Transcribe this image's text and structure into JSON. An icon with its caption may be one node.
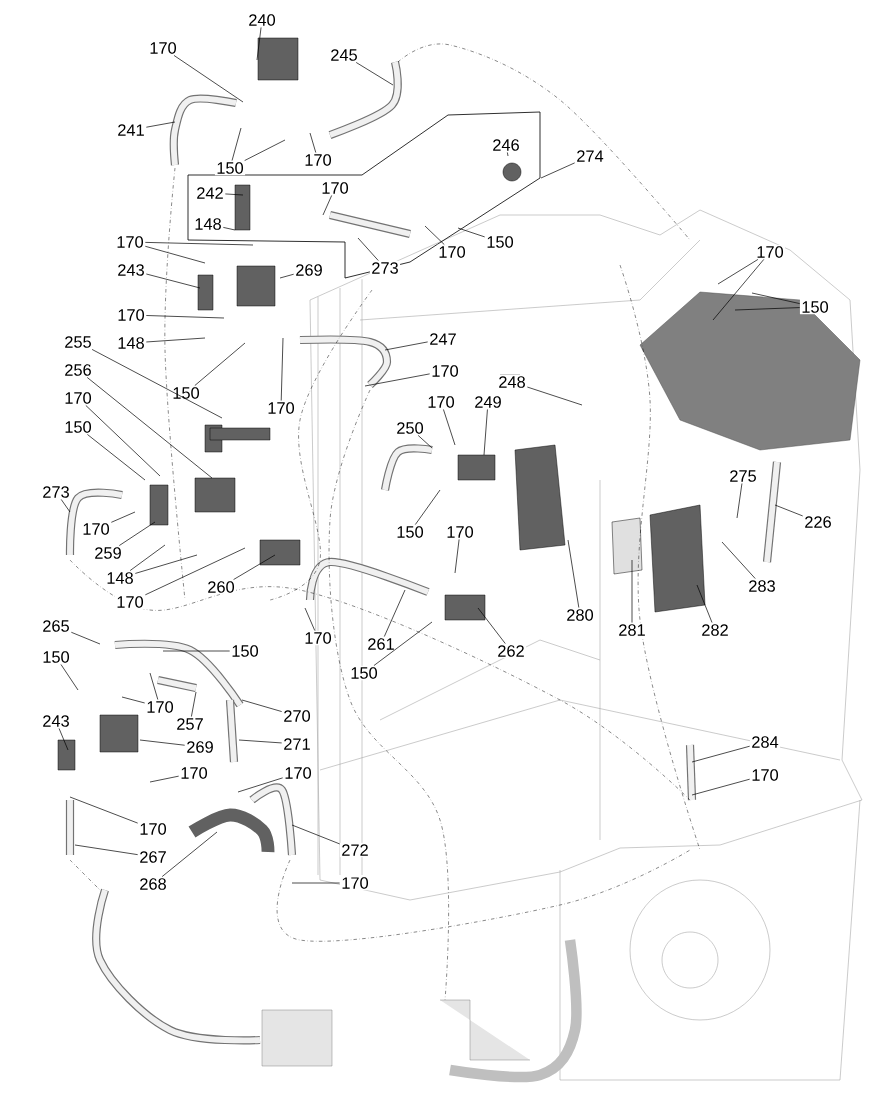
{
  "diagram": {
    "nodes": [
      {
        "text": [
          "240"
        ]
      },
      {
        "text": [
          "170"
        ]
      },
      {
        "text": [
          "245"
        ]
      },
      {
        "text": [
          "241"
        ]
      },
      {
        "text": [
          "150"
        ]
      },
      {
        "text": [
          "170"
        ]
      },
      {
        "text": [
          "242"
        ]
      },
      {
        "text": [
          "170"
        ]
      },
      {
        "text": [
          "246"
        ]
      },
      {
        "text": [
          "274"
        ]
      },
      {
        "text": [
          "148"
        ]
      },
      {
        "text": [
          "170"
        ]
      },
      {
        "text": [
          "150"
        ]
      },
      {
        "text": [
          "273"
        ]
      },
      {
        "text": [
          "170"
        ]
      },
      {
        "text": [
          "269"
        ]
      },
      {
        "text": [
          "243"
        ]
      },
      {
        "text": [
          "170"
        ]
      },
      {
        "text": [
          "150"
        ]
      },
      {
        "text": [
          "170"
        ]
      },
      {
        "text": [
          "148"
        ]
      },
      {
        "text": [
          "255"
        ]
      },
      {
        "text": [
          "247"
        ]
      },
      {
        "text": [
          "150"
        ]
      },
      {
        "text": [
          "170"
        ]
      },
      {
        "text": [
          "256"
        ]
      },
      {
        "text": [
          "170"
        ]
      },
      {
        "text": [
          "170"
        ]
      },
      {
        "text": [
          "248"
        ]
      },
      {
        "text": [
          "170"
        ]
      },
      {
        "text": [
          "249"
        ]
      },
      {
        "text": [
          "150"
        ]
      },
      {
        "text": [
          "250"
        ]
      },
      {
        "text": [
          "273"
        ]
      },
      {
        "text": [
          "170"
        ]
      },
      {
        "text": [
          "259"
        ]
      },
      {
        "text": [
          "150"
        ]
      },
      {
        "text": [
          "170"
        ]
      },
      {
        "text": [
          "148"
        ]
      },
      {
        "text": [
          "260"
        ]
      },
      {
        "text": [
          "226"
        ]
      },
      {
        "text": [
          "275"
        ]
      },
      {
        "text": [
          "170"
        ]
      },
      {
        "text": [
          "283"
        ]
      },
      {
        "text": [
          "280"
        ]
      },
      {
        "text": [
          "281"
        ]
      },
      {
        "text": [
          "282"
        ]
      },
      {
        "text": [
          "170"
        ]
      },
      {
        "text": [
          "261"
        ]
      },
      {
        "text": [
          "262"
        ]
      },
      {
        "text": [
          "265"
        ]
      },
      {
        "text": [
          "150"
        ]
      },
      {
        "text": [
          "150"
        ]
      },
      {
        "text": [
          "150"
        ]
      },
      {
        "text": [
          "170"
        ]
      },
      {
        "text": [
          "257"
        ]
      },
      {
        "text": [
          "270"
        ]
      },
      {
        "text": [
          "271"
        ]
      },
      {
        "text": [
          "243"
        ]
      },
      {
        "text": [
          "269"
        ]
      },
      {
        "text": [
          "284"
        ]
      },
      {
        "text": [
          "170"
        ]
      },
      {
        "text": [
          "170"
        ]
      },
      {
        "text": [
          "170"
        ]
      },
      {
        "text": [
          "170"
        ]
      },
      {
        "text": [
          "267"
        ]
      },
      {
        "text": [
          "272"
        ]
      },
      {
        "text": [
          "268"
        ]
      },
      {
        "text": [
          "170"
        ]
      }
    ],
    "edges": [
      {
        "from": 0,
        "to": null,
        "arrow": "none"
      },
      {
        "from": 1,
        "to": null,
        "arrow": "none"
      },
      {
        "from": 2,
        "to": null,
        "arrow": "none"
      },
      {
        "from": 3,
        "to": null,
        "arrow": "none"
      },
      {
        "from": 4,
        "to": null,
        "arrow": "none"
      },
      {
        "from": 4,
        "to": null,
        "arrow": "none"
      },
      {
        "from": 5,
        "to": null,
        "arrow": "none"
      },
      {
        "from": 6,
        "to": null,
        "arrow": "none"
      },
      {
        "from": 7,
        "to": null,
        "arrow": "none"
      },
      {
        "from": 8,
        "to": null,
        "arrow": "none"
      },
      {
        "from": 9,
        "to": null,
        "arrow": "none"
      },
      {
        "from": 10,
        "to": null,
        "arrow": "none"
      },
      {
        "from": 11,
        "to": null,
        "arrow": "none"
      },
      {
        "from": 12,
        "to": null,
        "arrow": "none"
      },
      {
        "from": 13,
        "to": null,
        "arrow": "none"
      },
      {
        "from": 14,
        "to": null,
        "arrow": "none"
      },
      {
        "from": 14,
        "to": null,
        "arrow": "none"
      },
      {
        "from": 15,
        "to": null,
        "arrow": "none"
      },
      {
        "from": 16,
        "to": null,
        "arrow": "none"
      },
      {
        "from": 17,
        "to": null,
        "arrow": "none"
      },
      {
        "from": 17,
        "to": null,
        "arrow": "none"
      },
      {
        "from": 18,
        "to": null,
        "arrow": "none"
      },
      {
        "from": 18,
        "to": null,
        "arrow": "none"
      },
      {
        "from": 19,
        "to": null,
        "arrow": "none"
      },
      {
        "from": 20,
        "to": null,
        "arrow": "none"
      },
      {
        "from": 21,
        "to": null,
        "arrow": "none"
      },
      {
        "from": 22,
        "to": null,
        "arrow": "none"
      },
      {
        "from": 23,
        "to": null,
        "arrow": "none"
      },
      {
        "from": 24,
        "to": null,
        "arrow": "none"
      },
      {
        "from": 25,
        "to": null,
        "arrow": "none"
      },
      {
        "from": 26,
        "to": null,
        "arrow": "none"
      },
      {
        "from": 27,
        "to": null,
        "arrow": "none"
      },
      {
        "from": 28,
        "to": null,
        "arrow": "none"
      },
      {
        "from": 29,
        "to": null,
        "arrow": "none"
      },
      {
        "from": 30,
        "to": null,
        "arrow": "none"
      },
      {
        "from": 31,
        "to": null,
        "arrow": "none"
      },
      {
        "from": 32,
        "to": null,
        "arrow": "none"
      },
      {
        "from": 33,
        "to": null,
        "arrow": "none"
      },
      {
        "from": 34,
        "to": null,
        "arrow": "none"
      },
      {
        "from": 35,
        "to": null,
        "arrow": "none"
      },
      {
        "from": 36,
        "to": null,
        "arrow": "none"
      },
      {
        "from": 37,
        "to": null,
        "arrow": "none"
      },
      {
        "from": 38,
        "to": null,
        "arrow": "none"
      },
      {
        "from": 38,
        "to": null,
        "arrow": "none"
      },
      {
        "from": 39,
        "to": null,
        "arrow": "none"
      },
      {
        "from": 40,
        "to": null,
        "arrow": "none"
      },
      {
        "from": 41,
        "to": null,
        "arrow": "none"
      },
      {
        "from": 42,
        "to": null,
        "arrow": "none"
      },
      {
        "from": 43,
        "to": null,
        "arrow": "none"
      },
      {
        "from": 44,
        "to": null,
        "arrow": "none"
      },
      {
        "from": 45,
        "to": null,
        "arrow": "none"
      },
      {
        "from": 46,
        "to": null,
        "arrow": "none"
      },
      {
        "from": 47,
        "to": null,
        "arrow": "none"
      },
      {
        "from": 48,
        "to": null,
        "arrow": "none"
      },
      {
        "from": 49,
        "to": null,
        "arrow": "none"
      },
      {
        "from": 50,
        "to": null,
        "arrow": "none"
      },
      {
        "from": 51,
        "to": null,
        "arrow": "none"
      },
      {
        "from": 52,
        "to": null,
        "arrow": "none"
      },
      {
        "from": 53,
        "to": null,
        "arrow": "none"
      },
      {
        "from": 54,
        "to": null,
        "arrow": "none"
      },
      {
        "from": 54,
        "to": null,
        "arrow": "none"
      },
      {
        "from": 55,
        "to": null,
        "arrow": "none"
      },
      {
        "from": 56,
        "to": null,
        "arrow": "none"
      },
      {
        "from": 57,
        "to": null,
        "arrow": "none"
      },
      {
        "from": 58,
        "to": null,
        "arrow": "none"
      },
      {
        "from": 59,
        "to": null,
        "arrow": "none"
      },
      {
        "from": 60,
        "to": null,
        "arrow": "none"
      },
      {
        "from": 61,
        "to": null,
        "arrow": "none"
      },
      {
        "from": 62,
        "to": null,
        "arrow": "none"
      },
      {
        "from": 63,
        "to": null,
        "arrow": "none"
      },
      {
        "from": 64,
        "to": null,
        "arrow": "none"
      },
      {
        "from": 65,
        "to": null,
        "arrow": "none"
      },
      {
        "from": 66,
        "to": null,
        "arrow": "none"
      },
      {
        "from": 67,
        "to": null,
        "arrow": "none"
      },
      {
        "from": 68,
        "to": null,
        "arrow": "none"
      }
    ]
  }
}
